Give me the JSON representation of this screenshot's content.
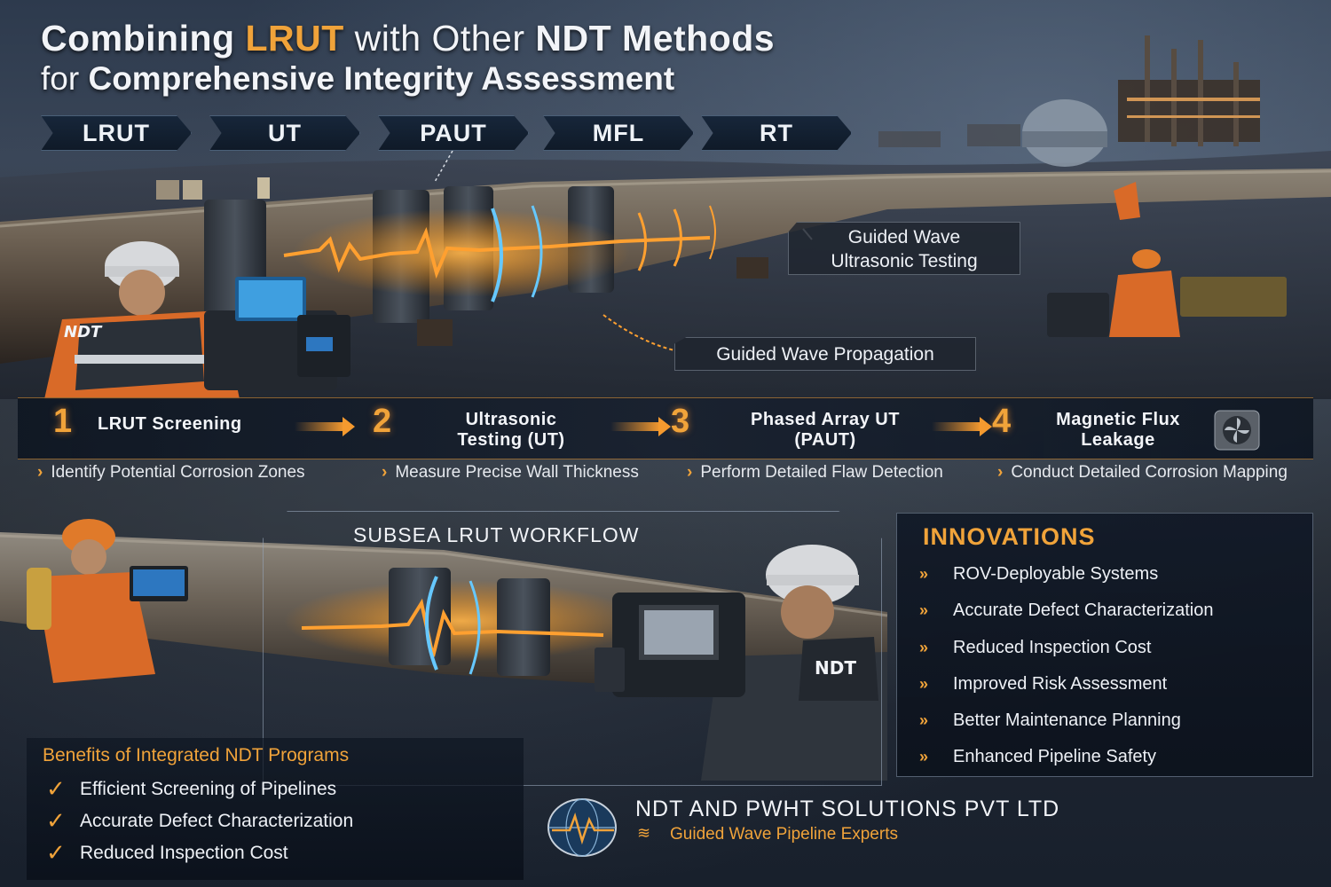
{
  "title": {
    "line1_part1": "Combining ",
    "line1_accent": "LRUT",
    "line1_part2": " with Other ",
    "line1_bold": "NDT Methods",
    "line2_part1": "for ",
    "line2_bold": "Comprehensive Integrity Assessment"
  },
  "method_tabs": [
    "LRUT",
    "UT",
    "PAUT",
    "MFL",
    "RT"
  ],
  "callouts": {
    "guided_wave_testing": "Guided Wave\nUltrasonic Testing",
    "guided_wave_propagation": "Guided Wave Propagation"
  },
  "worker_badges": {
    "upper": "NDT",
    "lower": "NDT"
  },
  "steps": [
    {
      "number": "1",
      "label": "LRUT Screening",
      "sub": "Identify Potential Corrosion Zones"
    },
    {
      "number": "2",
      "label": "Ultrasonic\nTesting (UT)",
      "sub": "Measure Precise Wall Thickness"
    },
    {
      "number": "3",
      "label": "Phased Array UT\n(PAUT)",
      "sub": "Perform Detailed Flaw Detection"
    },
    {
      "number": "4",
      "label": "Magnetic Flux\nLeakage",
      "sub": "Conduct Detailed Corrosion Mapping"
    }
  ],
  "subsea": {
    "title": "SUBSEA LRUT WORKFLOW"
  },
  "innovations": {
    "title": "INNOVATIONS",
    "items": [
      "ROV-Deployable Systems",
      "Accurate Defect Characterization",
      "Reduced Inspection Cost",
      "Improved Risk Assessment",
      "Better Maintenance Planning",
      "Enhanced Pipeline Safety"
    ]
  },
  "benefits": {
    "title": "Benefits of Integrated NDT Programs",
    "items": [
      "Efficient Screening of Pipelines",
      "Accurate Defect Characterization",
      "Reduced Inspection Cost"
    ]
  },
  "company": {
    "name": "NDT AND PWHT SOLUTIONS PVT LTD",
    "tagline": "Guided Wave Pipeline Experts"
  },
  "colors": {
    "accent": "#f0a33a",
    "background": "#1a2330",
    "panel": "#0f1a28",
    "text": "#eef1f6"
  },
  "icons": [
    "chevron-right-icon",
    "double-chevron-icon",
    "checkmark-icon",
    "globe-logo-icon",
    "fan-icon",
    "wave-icon"
  ]
}
